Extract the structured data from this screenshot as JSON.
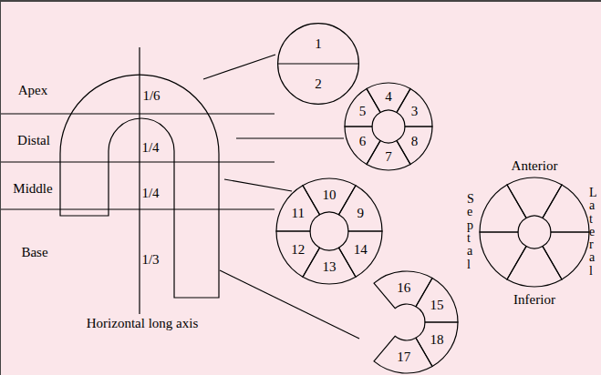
{
  "diagram": {
    "nodes": [
      {
        "text": [
          "1",
          "2"
        ]
      },
      {
        "text": [
          "3",
          "4",
          "5",
          "6",
          "7",
          "8"
        ]
      },
      {
        "text": [
          "9",
          "10",
          "11",
          "12",
          "13",
          "14"
        ]
      },
      {
        "text": [
          "15",
          "16",
          "17",
          "18"
        ]
      },
      {
        "text": [
          "Anterior",
          "Septal",
          "Lateral",
          "Inferior"
        ]
      }
    ],
    "labels": [
      "Apex",
      "1/6",
      "Distal",
      "1/4",
      "Middle",
      "1/4",
      "Base",
      "1/3",
      "Horizontal long axis"
    ]
  }
}
